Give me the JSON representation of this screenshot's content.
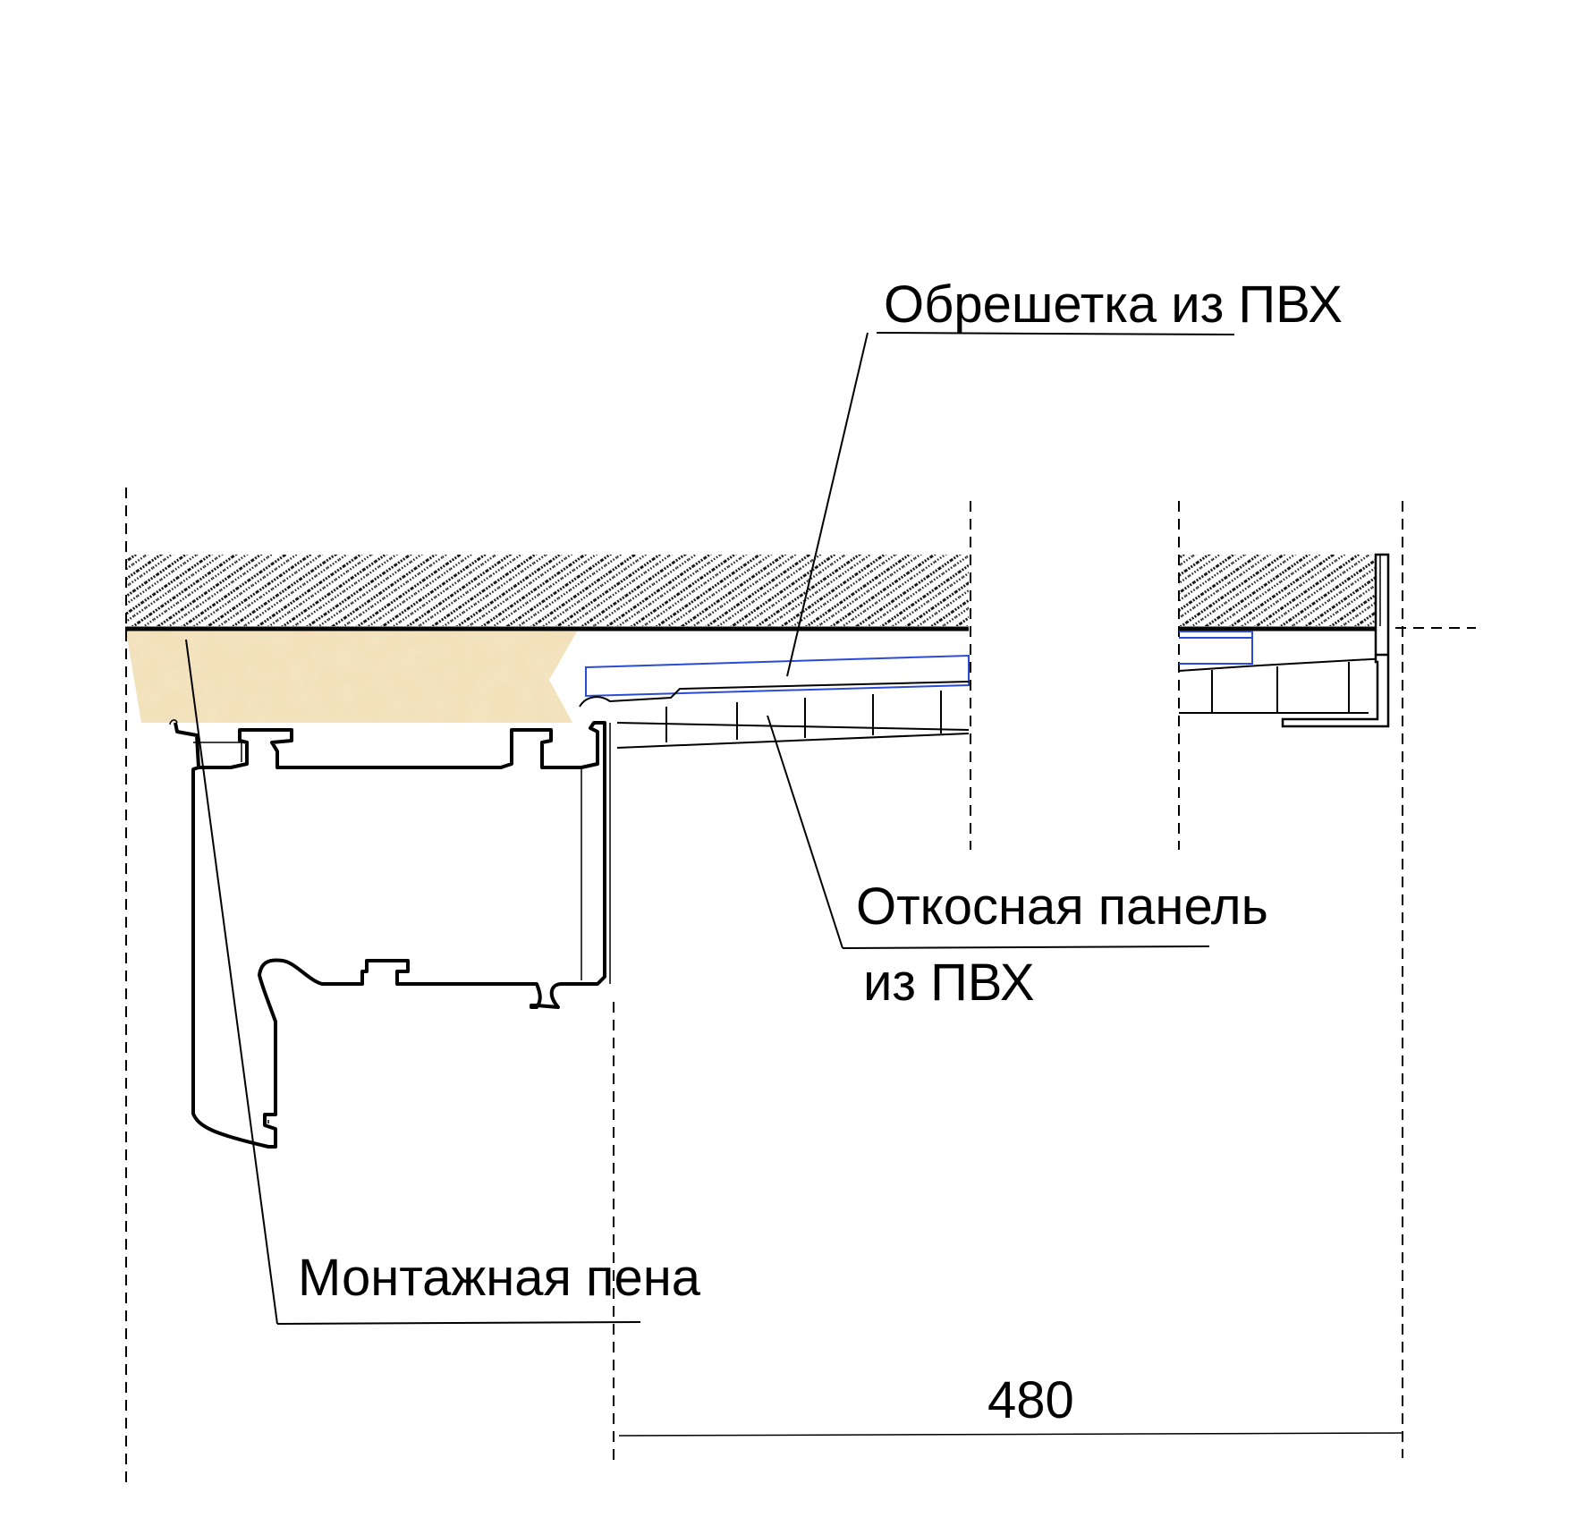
{
  "labels": {
    "lathing": "Обрешетка из ПВХ",
    "slope_panel_line1": "Откосная панель",
    "slope_panel_line2": "из ПВХ",
    "mounting_foam": "Монтажная пена"
  },
  "dimension": {
    "value": "480"
  },
  "colors": {
    "line": "#000000",
    "foam": "#f1dfb6",
    "lathing": "#2a4bd7",
    "hatch": "#1a1a1a",
    "background": "#ffffff"
  }
}
